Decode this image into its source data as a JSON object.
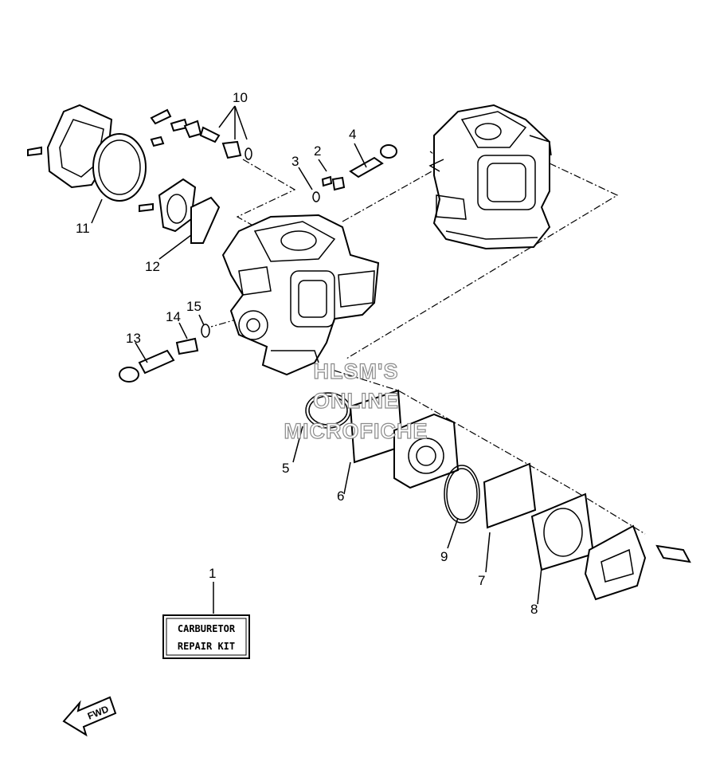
{
  "callouts": [
    "1",
    "2",
    "3",
    "4",
    "5",
    "6",
    "7",
    "8",
    "9",
    "10",
    "11",
    "12",
    "13",
    "14",
    "15"
  ],
  "kit_box": {
    "line1": "CARBURETOR",
    "line2": "REPAIR  KIT"
  },
  "fwd_label": "FWD",
  "watermark": {
    "line1": "HLSM'S",
    "line2": "ONLINE",
    "line3": "MICROFICHE"
  }
}
